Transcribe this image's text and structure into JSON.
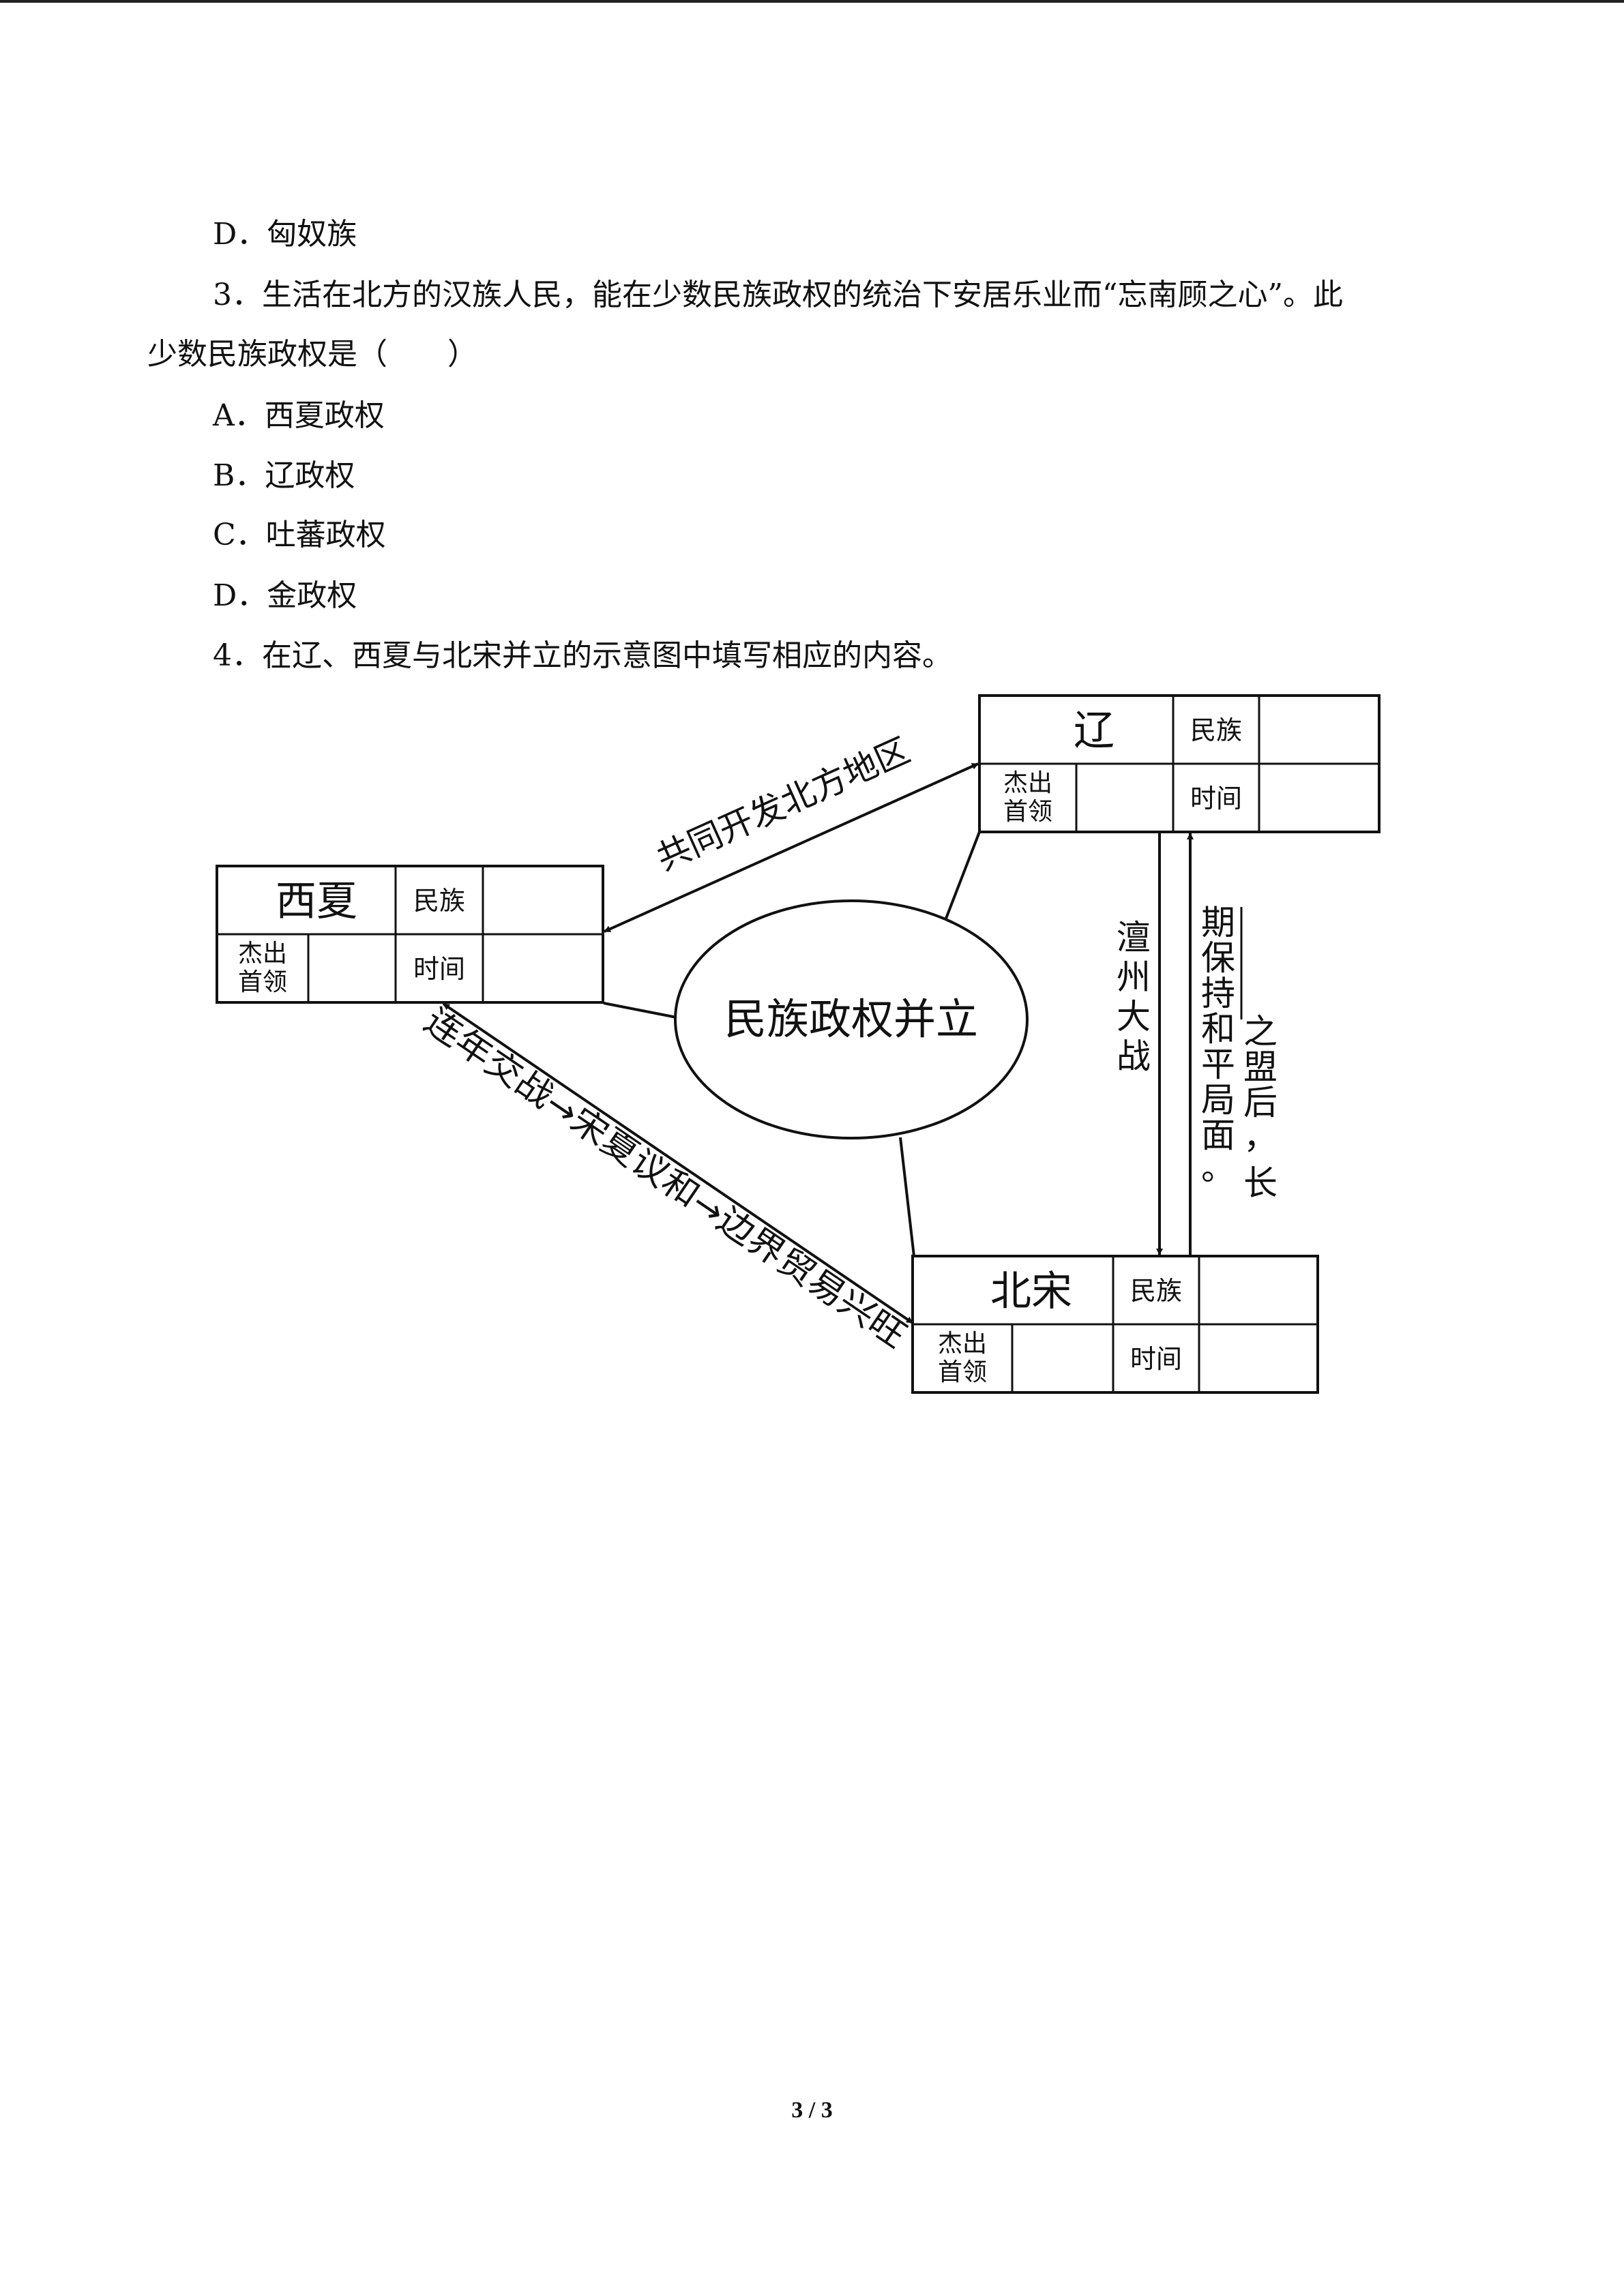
{
  "question2": {
    "option_d": "D．匈奴族"
  },
  "question3": {
    "stem_line1": "3．生活在北方的汉族人民，能在少数民族政权的统治下安居乐业而“忘南顾之心”。此",
    "stem_line2": "少数民族政权是（　　）",
    "options": [
      "A．西夏政权",
      "B．辽政权",
      "C．吐蕃政权",
      "D．金政权"
    ]
  },
  "question4": {
    "stem": "4．在辽、西夏与北宋并立的示意图中填写相应的内容。"
  },
  "diagram": {
    "center": "民族政权并立",
    "liao": {
      "name": "辽",
      "ethnic_label": "民族",
      "leader_line1": "杰出",
      "leader_line2": "首领",
      "time_label": "时间"
    },
    "xixia": {
      "name": "西夏",
      "ethnic_label": "民族",
      "leader_line1": "杰出",
      "leader_line2": "首领",
      "time_label": "时间"
    },
    "beisong": {
      "name": "北宋",
      "ethnic_label": "民族",
      "leader_line1": "杰出",
      "leader_line2": "首领",
      "time_label": "时间"
    },
    "liao_xixia_relation": "共同开发北方地区",
    "xixia_beisong_relation": "连年交战→宋夏议和→边界贸易兴旺",
    "chanzhou_chars": [
      "澶",
      "州",
      "大",
      "战"
    ],
    "alliance_col1": [
      "期",
      "保",
      "持",
      "和",
      "平",
      "局",
      "面",
      "。"
    ],
    "alliance_col2": [
      "之",
      "盟",
      "后",
      "，",
      "长"
    ]
  },
  "page_number": "3 / 3"
}
